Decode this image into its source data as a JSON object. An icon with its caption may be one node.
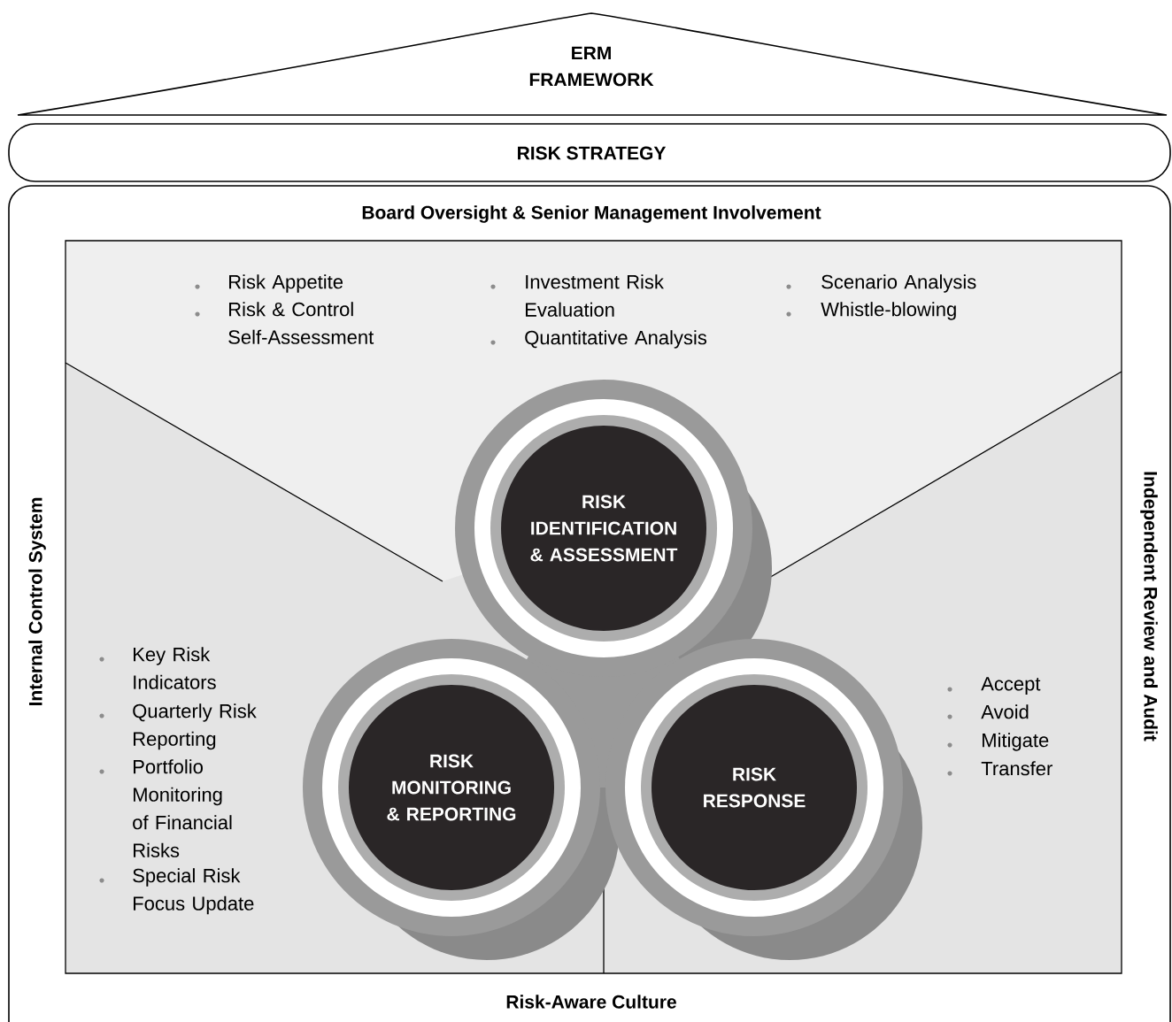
{
  "diagram": {
    "nodes": [
      {
        "text": [
          "ERM FRAMEWORK"
        ]
      },
      {
        "text": [
          "RISK STRATEGY"
        ]
      },
      {
        "text": [
          "Board Oversight & Senior Management Involvement",
          "Internal Control System",
          "Independent Review and Audit",
          "Risk-Aware Culture"
        ]
      },
      {
        "text": [
          "RISK IDENTIFICATION & ASSESSMENT"
        ],
        "in": 2
      },
      {
        "text": [
          "RISK MONITORING & REPORTING"
        ],
        "in": 2
      },
      {
        "text": [
          "RISK RESPONSE"
        ],
        "in": 2
      }
    ],
    "labels": [
      "Risk Appetite",
      "Risk & Control Self-Assessment",
      "Investment Risk Evaluation",
      "Quantitative Analysis",
      "Scenario Analysis",
      "Whistle-blowing",
      "Key Risk Indicators",
      "Quarterly Risk Reporting",
      "Portfolio Monitoring of Financial Risks",
      "Special Risk Focus Update",
      "Accept",
      "Avoid",
      "Mitigate",
      "Transfer"
    ]
  }
}
